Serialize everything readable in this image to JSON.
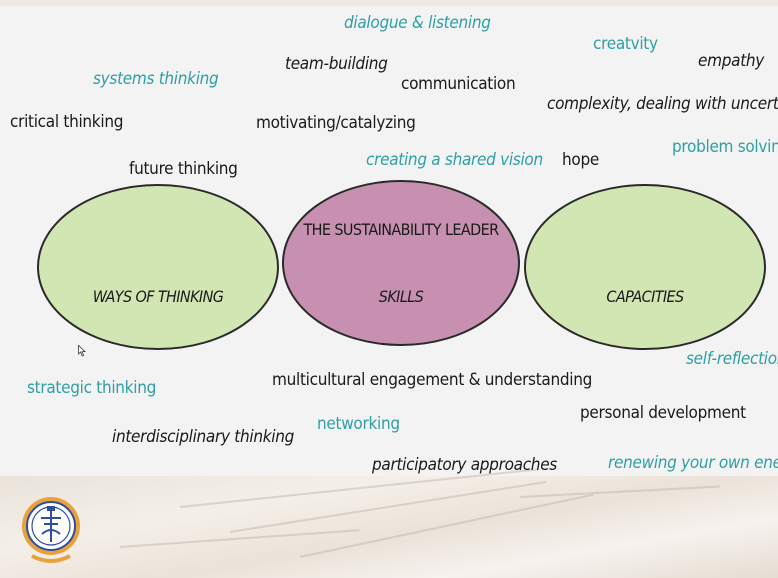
{
  "diagram": {
    "ellipses": [
      {
        "label": "WAYS OF THINKING",
        "fill": "#d2e6b4"
      },
      {
        "label_top": "THE SUSTAINABILITY LEADER",
        "label": "SKILLS",
        "fill": "#c790b1"
      },
      {
        "label": "CAPACITIES",
        "fill": "#d2e6b4"
      }
    ],
    "terms": {
      "dialogue_listening": "dialogue & listening",
      "team_building": "team-building",
      "communication": "communication",
      "motivating_catalyzing": "motivating/catalyzing",
      "creating_shared_vision": "creating a shared vision",
      "systems_thinking": "systems thinking",
      "critical_thinking": "critical thinking",
      "future_thinking": "future thinking",
      "creativity": "creatvity",
      "empathy": "empathy",
      "complexity": "complexity, dealing with uncertainty",
      "problem_solving": "problem solving",
      "hope": "hope",
      "self_reflection": "self-reflection",
      "multicultural": "multicultural engagement & understanding",
      "strategic_thinking": "strategic thinking",
      "interdisciplinary_thinking": "interdisciplinary thinking",
      "networking": "networking",
      "participatory_approaches": "participatory approaches",
      "personal_development": "personal development",
      "renewing_energy": "renewing your own energy"
    }
  },
  "colors": {
    "teal_text": "#2f9fa5",
    "dark_text": "#1a1a1a",
    "green_fill": "#d2e6b4",
    "pink_fill": "#c790b1",
    "logo_orange": "#e9a23b",
    "logo_blue": "#2f4f9e"
  },
  "logo": {
    "icon": "institute-emblem-icon"
  }
}
